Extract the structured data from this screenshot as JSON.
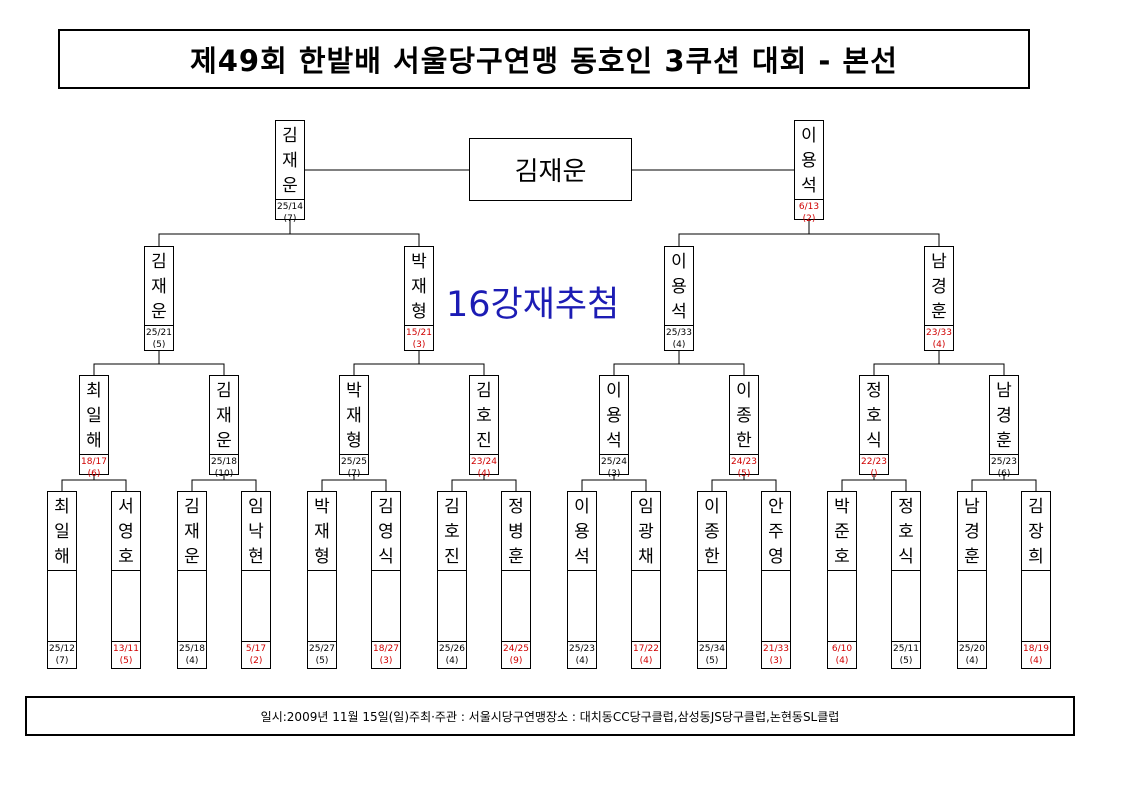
{
  "title": "제49회 한밭배 서울당구연맹 동호인 3쿠션 대회 - 본선",
  "champion": "김재운",
  "draw_label": "16강재추첨",
  "footer": {
    "date": "일시:2009년 11월 15일(일)",
    "host": "주최·주관 : 서울시당구연맹",
    "venue": "장소 : 대치동CC당구클럽,삼성동JS당구클럽,논현동SL클럽"
  },
  "round16": [
    {
      "name": "최일해",
      "score": "25/12",
      "hr": "(7)",
      "color": "black"
    },
    {
      "name": "서영호",
      "score": "13/11",
      "hr": "(5)",
      "color": "red"
    },
    {
      "name": "김재운",
      "score": "25/18",
      "hr": "(4)",
      "color": "black"
    },
    {
      "name": "임낙현",
      "score": "5/17",
      "hr": "(2)",
      "color": "red"
    },
    {
      "name": "박재형",
      "score": "25/27",
      "hr": "(5)",
      "color": "black"
    },
    {
      "name": "김영식",
      "score": "18/27",
      "hr": "(3)",
      "color": "red"
    },
    {
      "name": "김호진",
      "score": "25/26",
      "hr": "(4)",
      "color": "black"
    },
    {
      "name": "정병훈",
      "score": "24/25",
      "hr": "(9)",
      "color": "red"
    },
    {
      "name": "이용석",
      "score": "25/23",
      "hr": "(4)",
      "color": "black"
    },
    {
      "name": "임광채",
      "score": "17/22",
      "hr": "(4)",
      "color": "red"
    },
    {
      "name": "이종한",
      "score": "25/34",
      "hr": "(5)",
      "color": "black"
    },
    {
      "name": "안주영",
      "score": "21/33",
      "hr": "(3)",
      "color": "red"
    },
    {
      "name": "박준호",
      "score": "6/10",
      "hr": "(4)",
      "color": "red"
    },
    {
      "name": "정호식",
      "score": "25/11",
      "hr": "(5)",
      "color": "black"
    },
    {
      "name": "남경훈",
      "score": "25/20",
      "hr": "(4)",
      "color": "black"
    },
    {
      "name": "김장희",
      "score": "18/19",
      "hr": "(4)",
      "color": "red"
    }
  ],
  "quarterfinal": [
    {
      "name": "최일해",
      "score": "18/17",
      "hr": "(6)",
      "color": "red"
    },
    {
      "name": "김재운",
      "score": "25/18",
      "hr": "(10)",
      "color": "black"
    },
    {
      "name": "박재형",
      "score": "25/25",
      "hr": "(7)",
      "color": "black"
    },
    {
      "name": "김호진",
      "score": "23/24",
      "hr": "(4)",
      "color": "red"
    },
    {
      "name": "이용석",
      "score": "25/24",
      "hr": "(3)",
      "color": "black"
    },
    {
      "name": "이종한",
      "score": "24/23",
      "hr": "(5)",
      "color": "red"
    },
    {
      "name": "정호식",
      "score": "22/23",
      "hr": "()",
      "color": "red"
    },
    {
      "name": "남경훈",
      "score": "25/23",
      "hr": "(6)",
      "color": "black"
    }
  ],
  "semifinal": [
    {
      "name": "김재운",
      "score": "25/21",
      "hr": "(5)",
      "color": "black"
    },
    {
      "name": "박재형",
      "score": "15/21",
      "hr": "(3)",
      "color": "red"
    },
    {
      "name": "이용석",
      "score": "25/33",
      "hr": "(4)",
      "color": "black"
    },
    {
      "name": "남경훈",
      "score": "23/33",
      "hr": "(4)",
      "color": "red"
    }
  ],
  "final": [
    {
      "name": "김재운",
      "score": "25/14",
      "hr": "(7)",
      "color": "black"
    },
    {
      "name": "이용석",
      "score": "6/13",
      "hr": "(2)",
      "color": "red"
    }
  ]
}
